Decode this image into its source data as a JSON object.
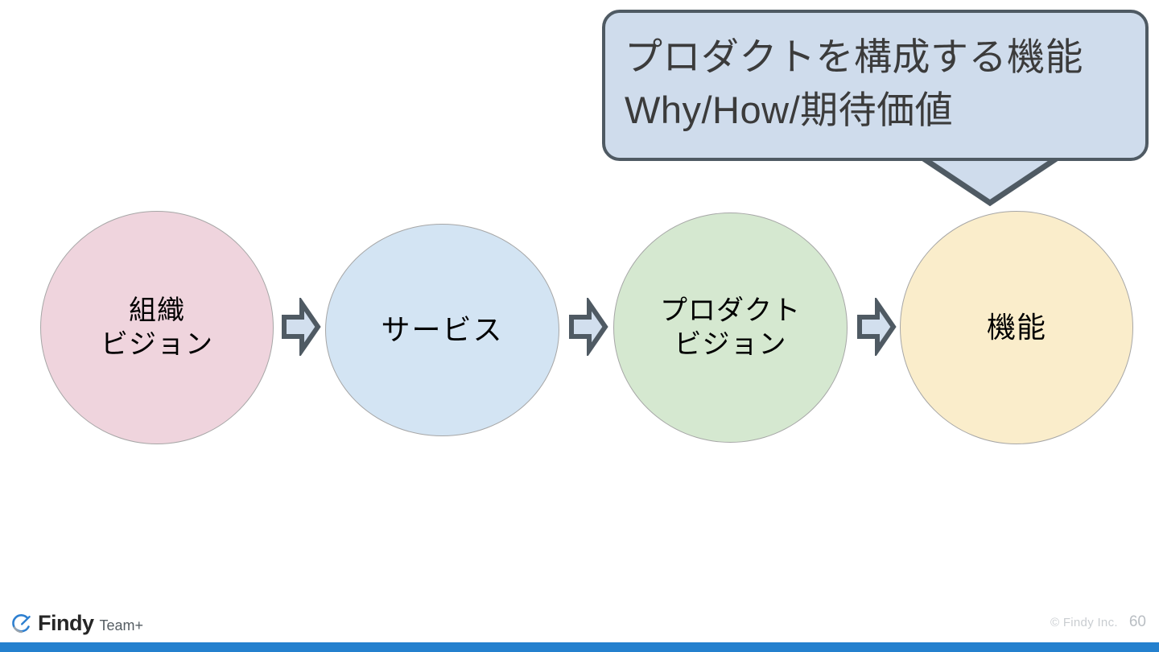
{
  "slide": {
    "background_color": "#ffffff",
    "accent_bar_color": "#2480ce"
  },
  "callout": {
    "name": "speech-bubble",
    "fill_color": "#cfdcec",
    "border_color": "#4f5a63",
    "text_color": "#3b3b3b",
    "line1": "プロダクトを構成する機能",
    "line2": "Why/How/期待価値"
  },
  "flow": {
    "arrow_fill": "#d2dfee",
    "arrow_border": "#4f5a63",
    "nodes": [
      {
        "id": "organization-vision",
        "line1": "組織",
        "line2": "ビジョン",
        "fill_color": "#efd4dd",
        "border_color": "#a6a6a6"
      },
      {
        "id": "service",
        "line1": "サービス",
        "line2": "",
        "fill_color": "#d3e4f3",
        "border_color": "#a6a6a6"
      },
      {
        "id": "product-vision",
        "line1": "プロダクト",
        "line2": "ビジョン",
        "fill_color": "#d5e8d0",
        "border_color": "#a6a6a6"
      },
      {
        "id": "feature",
        "line1": "機能",
        "line2": "",
        "fill_color": "#faedcb",
        "border_color": "#a6a6a6"
      }
    ],
    "arrows": [
      {
        "id": "arrow-1",
        "icon": "block-arrow-right-icon"
      },
      {
        "id": "arrow-2",
        "icon": "block-arrow-right-icon"
      },
      {
        "id": "arrow-3",
        "icon": "block-arrow-right-icon"
      }
    ]
  },
  "footer": {
    "logo_mark_icon": "findy-circle-logo-icon",
    "logo_mark_color": "#2d7fd0",
    "brand": "Findy",
    "product": "Team+",
    "copyright": "© Findy Inc.",
    "page_number": "60"
  }
}
